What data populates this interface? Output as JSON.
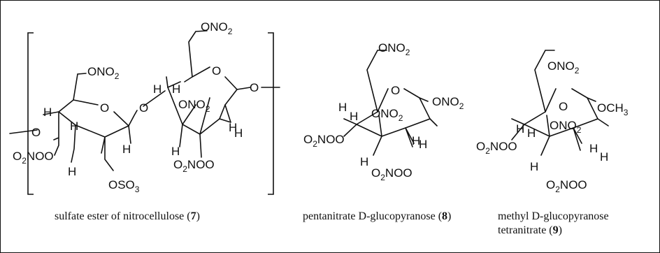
{
  "atoms": {
    "ONO2": "ONO",
    "NO2": "NO",
    "O2NO_pre": "O",
    "O2NO_post": "NO",
    "O": "O",
    "H": "H",
    "OSO3": "OSO",
    "OCH3": "OCH",
    "sub2": "2",
    "sub3": "3"
  },
  "captions": {
    "c7": {
      "text": "sulfate ester of nitrocellulose (",
      "num": "7",
      "close": ")"
    },
    "c8": {
      "text": "pentanitrate D-glucopyranose (",
      "num": "8",
      "close": ")"
    },
    "c9": {
      "line1": "methyl D-glucopyranose",
      "line2": "tetranitrate (",
      "num": "9",
      "close": ")"
    }
  }
}
